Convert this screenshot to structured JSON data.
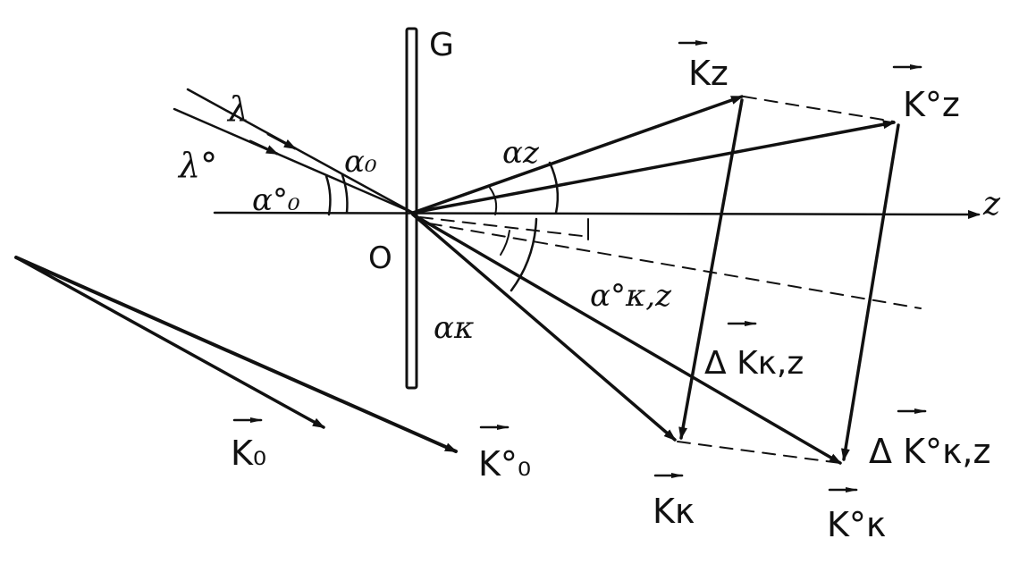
{
  "labels": {
    "grating": "G",
    "origin": "O",
    "z_axis": "z",
    "lambda": "λ",
    "lambda0": "λ°",
    "alpha0": "α₀",
    "alpha0_0": "α°₀",
    "alpha_z": "αz",
    "alpha_kappa": "ακ",
    "alpha0_kappa_z": "α°κ,z",
    "K_z": "Kz",
    "K0_z": "K°z",
    "K_kappa": "Kκ",
    "K0_kappa": "K°κ",
    "delta_K_kappa_z": "Δ Kκ,z",
    "delta_K0_kappa_z": "Δ K°κ,z",
    "K_0": "K₀",
    "K0_0": "K°₀"
  }
}
